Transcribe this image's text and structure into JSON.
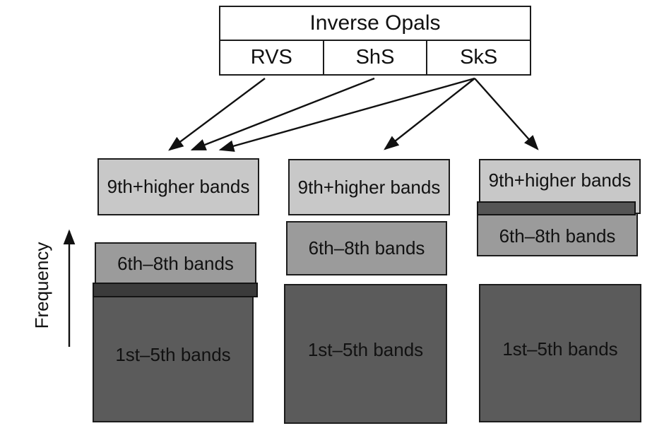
{
  "header": {
    "title": "Inverse Opals",
    "structures": [
      {
        "label": "RVS"
      },
      {
        "label": "ShS"
      },
      {
        "label": "SkS"
      }
    ]
  },
  "axis": {
    "label": "Frequency",
    "direction": "up"
  },
  "columns": [
    {
      "bands": {
        "high": "9th+higher bands",
        "mid": "6th–8th bands",
        "low": "1st–5th bands"
      },
      "overlap": "mid-low"
    },
    {
      "bands": {
        "high": "9th+higher bands",
        "mid": "6th–8th bands",
        "low": "1st–5th bands"
      },
      "overlap": "none"
    },
    {
      "bands": {
        "high": "9th+higher bands",
        "mid": "6th–8th bands",
        "low": "1st–5th bands"
      },
      "overlap": "high-mid"
    }
  ],
  "arrows": [
    {
      "from": "RVS",
      "to": "column-1"
    },
    {
      "from": "ShS",
      "to": "column-1"
    },
    {
      "from": "SkS",
      "to": "column-1"
    },
    {
      "from": "SkS",
      "to": "column-2"
    },
    {
      "from": "SkS",
      "to": "column-3"
    }
  ],
  "colors": {
    "high_band": "#c8c8c8",
    "mid_band": "#9b9b9b",
    "low_band": "#5b5b5b",
    "overlap_dark": "#3b3b3b",
    "overlap_medium": "#555555",
    "border": "#1c1c1c",
    "background": "#ffffff"
  }
}
